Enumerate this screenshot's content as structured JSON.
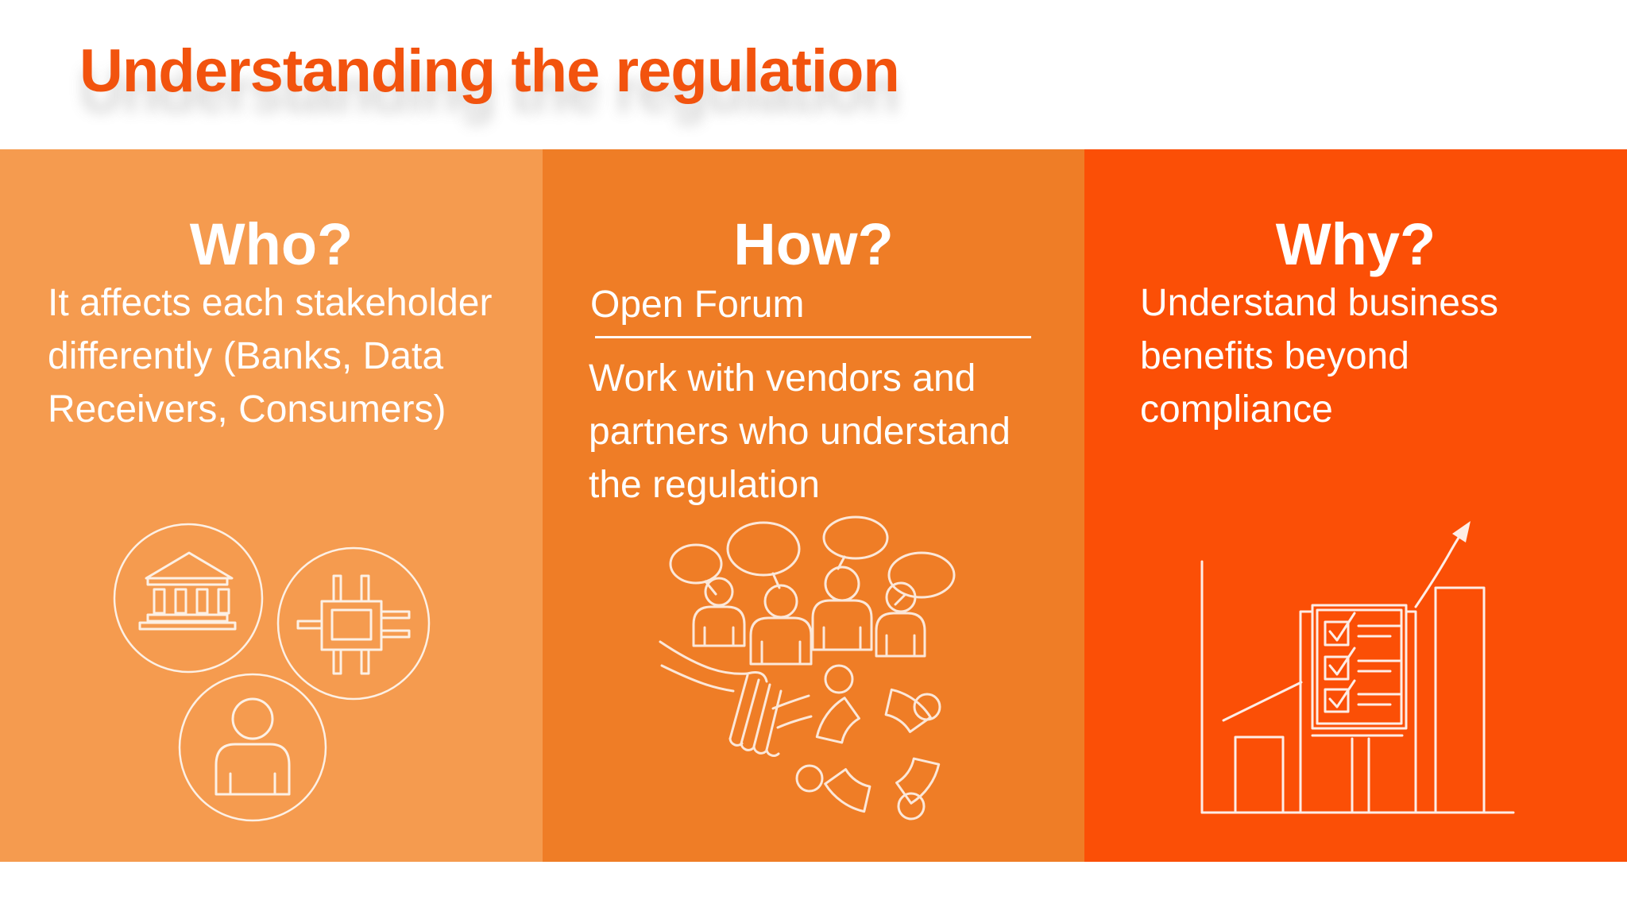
{
  "slide": {
    "title": "Understanding the regulation"
  },
  "colors": {
    "page_bg": "#FFFFFF",
    "title_text": "#F2530E",
    "who_panel_bg": "#F59B4F",
    "how_panel_bg": "#EF7D26",
    "why_panel_bg": "#FB4F06",
    "panel_text": "#FFFFFF",
    "icon_stroke": "#FFFFFF"
  },
  "columns": [
    {
      "id": "who",
      "heading": "Who?",
      "body_lines": [
        "It affects each stakeholder",
        "differently (Banks, Data",
        "Receivers, Consumers)"
      ],
      "icon": "stakeholder-circles-icon"
    },
    {
      "id": "how",
      "heading": "How?",
      "subheading": "Open Forum",
      "body_lines": [
        "Work with vendors and",
        "partners who understand",
        "the regulation"
      ],
      "icon": "collaboration-icon"
    },
    {
      "id": "why",
      "heading": "Why?",
      "body_lines": [
        "Understand business",
        "benefits beyond",
        "compliance"
      ],
      "icon": "growth-chart-icon"
    }
  ]
}
